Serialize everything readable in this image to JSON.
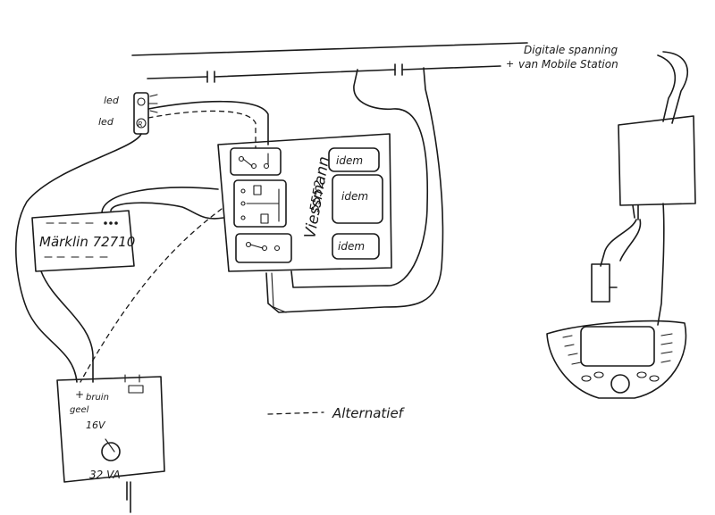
{
  "labels": {
    "digital_line1": "Digitale spanning",
    "digital_line2": "van Mobile Station",
    "plus": "+",
    "led1": "led",
    "led2": "led",
    "led_r": "R",
    "marklin": "Märklin 72710",
    "viessmann": "Viessmann",
    "viessmann_num": "5552",
    "idem1": "idem",
    "idem2": "idem",
    "idem3": "idem",
    "trafo_plus": "+",
    "trafo_bruin": "bruin",
    "trafo_geel": "geel",
    "trafo_volt": "16V",
    "trafo_va": "32 VA",
    "legend": "Alternatief"
  }
}
